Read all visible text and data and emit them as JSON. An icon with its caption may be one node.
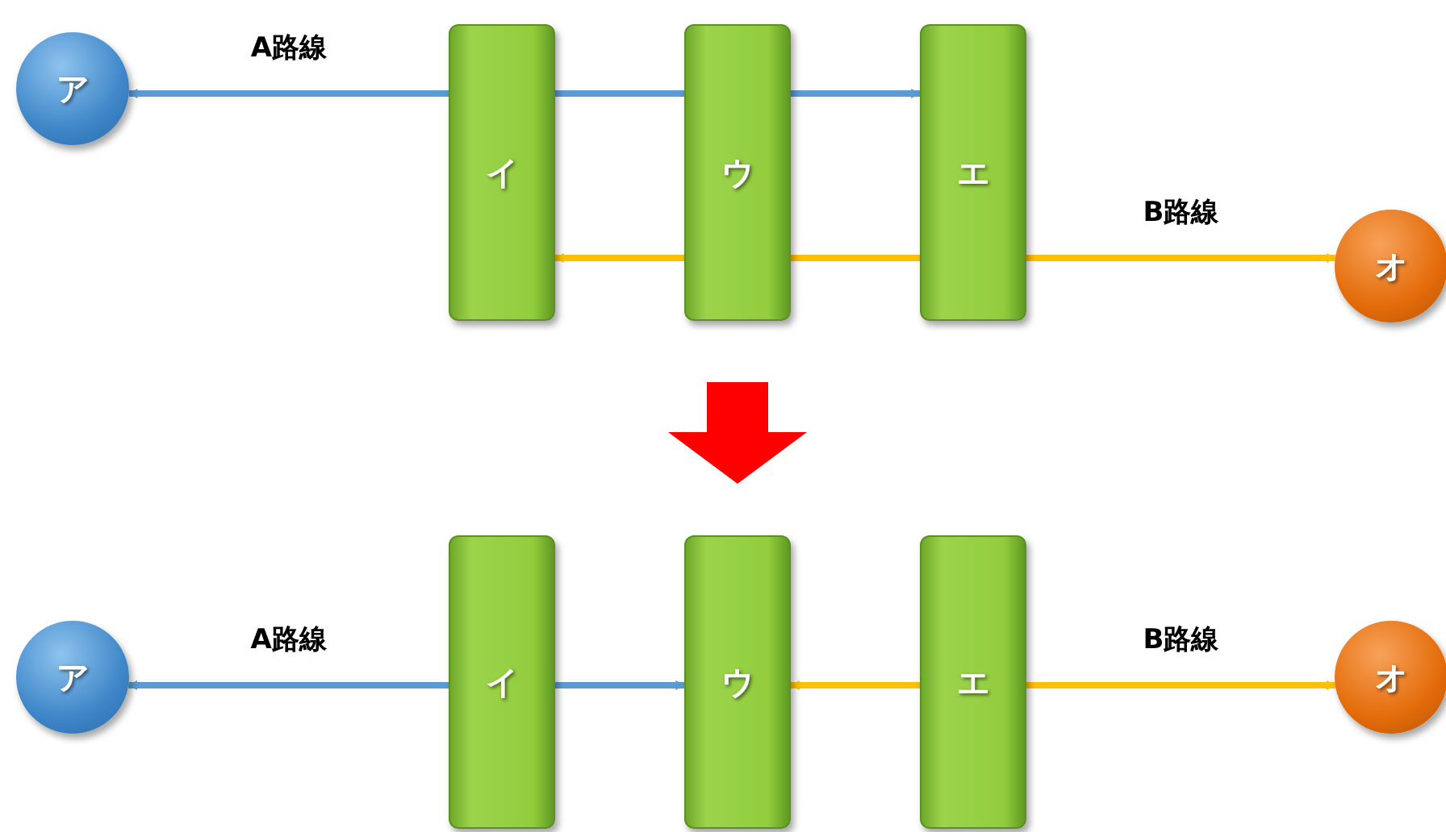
{
  "diagram": {
    "nodes": [
      {
        "text": [
          "ア"
        ]
      },
      {
        "text": [
          "イ"
        ]
      },
      {
        "text": [
          "ウ"
        ]
      },
      {
        "text": [
          "エ"
        ]
      },
      {
        "text": [
          "オ"
        ]
      },
      {
        "text": [
          "ア"
        ]
      },
      {
        "text": [
          "イ"
        ]
      },
      {
        "text": [
          "ウ"
        ]
      },
      {
        "text": [
          "エ"
        ]
      },
      {
        "text": [
          "オ"
        ]
      }
    ],
    "edges": [
      {
        "from": 1,
        "to": 0,
        "arrow": "to",
        "label": "A路線",
        "color": "#5b9bd5"
      },
      {
        "from": 1,
        "to": 2,
        "arrow": "none",
        "color": "#5b9bd5"
      },
      {
        "from": 2,
        "to": 3,
        "arrow": "to",
        "color": "#5b9bd5"
      },
      {
        "from": 3,
        "to": 4,
        "arrow": "to",
        "label": "B路線",
        "color": "#ffc000"
      },
      {
        "from": 3,
        "to": 2,
        "arrow": "none",
        "color": "#ffc000"
      },
      {
        "from": 2,
        "to": 1,
        "arrow": "to",
        "color": "#ffc000"
      },
      {
        "from": 6,
        "to": 5,
        "arrow": "to",
        "label": "A路線",
        "color": "#5b9bd5"
      },
      {
        "from": 6,
        "to": 7,
        "arrow": "to",
        "color": "#5b9bd5"
      },
      {
        "from": 8,
        "to": 7,
        "arrow": "to",
        "color": "#ffc000"
      },
      {
        "from": 8,
        "to": 9,
        "arrow": "to",
        "label": "B路線",
        "color": "#ffc000"
      }
    ]
  }
}
